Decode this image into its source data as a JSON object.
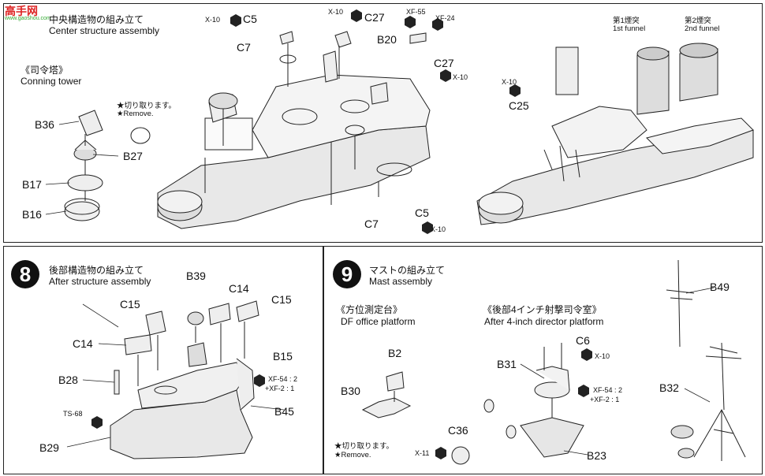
{
  "watermark": {
    "text": "高手网",
    "sub": "www.gaoshou.com"
  },
  "step7": {
    "title_jp": "中央構造物の組み立て",
    "title_en": "Center structure assembly",
    "conning_jp": "《司令塔》",
    "conning_en": "Conning tower",
    "note_jp": "★切り取ります。",
    "note_en": "★Remove.",
    "labels": {
      "B36": "B36",
      "B27": "B27",
      "B17": "B17",
      "B16": "B16",
      "C5a": "C5",
      "C7a": "C7",
      "C27a": "C27",
      "B20": "B20",
      "C27b": "C27",
      "C7b": "C7",
      "C5b": "C5",
      "C25": "C25"
    },
    "paints": {
      "x10a": "X-10",
      "x10b": "X-10",
      "x10c": "X-10",
      "x10d": "X-10",
      "x10e": "X-10",
      "xf55": "XF-55",
      "xf24": "XF-24"
    },
    "funnel1_jp": "第1煙突",
    "funnel1_en": "1st funnel",
    "funnel2_jp": "第2煙突",
    "funnel2_en": "2nd funnel"
  },
  "step8": {
    "number": "8",
    "title_jp": "後部構造物の組み立て",
    "title_en": "After structure assembly",
    "labels": {
      "B39": "B39",
      "C14a": "C14",
      "C15a": "C15",
      "C15b": "C15",
      "C14b": "C14",
      "B15": "B15",
      "B28": "B28",
      "B45": "B45",
      "B29": "B29"
    },
    "paints": {
      "ts68": "TS-68",
      "xf54": "XF-54 : 2",
      "xf2": "+XF-2 : 1"
    }
  },
  "step9": {
    "number": "9",
    "title_jp": "マストの組み立て",
    "title_en": "Mast assembly",
    "df_jp": "《方位測定台》",
    "df_en": "DF office platform",
    "after_jp": "《後部4インチ射撃司令室》",
    "after_en": "After 4-inch director platform",
    "note_jp": "★切り取ります。",
    "note_en": "★Remove.",
    "labels": {
      "B2": "B2",
      "B30": "B30",
      "C6": "C6",
      "B31": "B31",
      "C36": "C36",
      "B23": "B23",
      "B49": "B49",
      "B32": "B32"
    },
    "paints": {
      "x10": "X-10",
      "xf54": "XF-54 : 2",
      "xf2": "+XF-2 : 1",
      "x11": "X-11"
    }
  }
}
